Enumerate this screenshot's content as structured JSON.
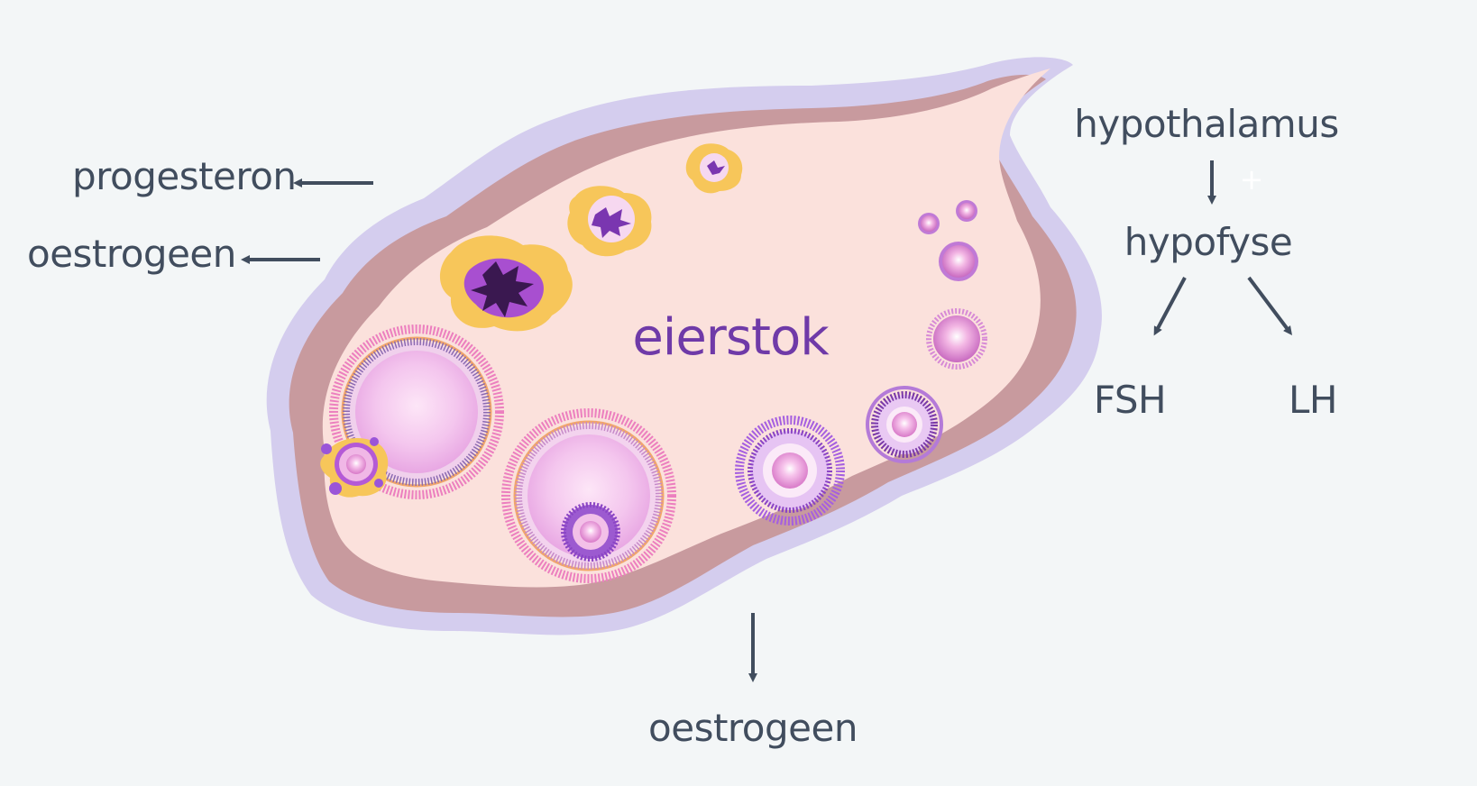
{
  "labels": {
    "progesterone": "progesteron",
    "oestrogen_left": "oestrogeen",
    "oestrogen_bottom": "oestrogeen",
    "ovary": "eierstok",
    "hypothalamus": "hypothalamus",
    "plus": "+",
    "pituitary": "hypofyse",
    "fsh": "FSH",
    "lh": "LH"
  },
  "colors": {
    "background": "#f3f6f7",
    "text": "#414d5e",
    "ovary_label": "#6f3aa8",
    "ovary_inner": "#fbe1dc",
    "ovary_wall": "#c89a9e",
    "ovary_outer": "#d4cdee",
    "follicle_purple": "#9a55d8",
    "follicle_pink": "#ec7fbf",
    "corpus_luteum_yellow": "#f7c65a"
  }
}
